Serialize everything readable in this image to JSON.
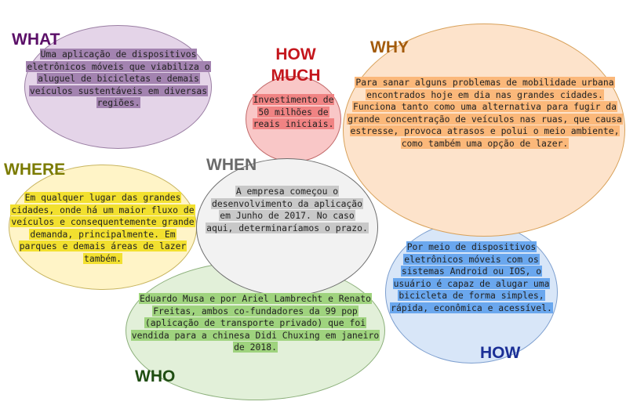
{
  "colors": {
    "what": "#5b0f68",
    "how_much": "#c4161c",
    "why": "#a35b0c",
    "where": "#7b7b00",
    "when": "#6a6a6a",
    "how": "#1b2f96",
    "who": "#1f4d12"
  },
  "what": {
    "title": "WHAT",
    "text": "Uma aplicação de dispositivos eletrônicos móveis que viabiliza o aluguel de bicicletas e demais veículos sustentáveis em diversas regiões."
  },
  "how_much": {
    "title": "HOW MUCH",
    "text": "Investimento de 50 milhões de reais iniciais."
  },
  "why": {
    "title": "WHY",
    "text": "Para sanar alguns problemas de mobilidade urbana encontrados hoje em dia nas grandes cidades. Funciona tanto como uma alternativa para fugir da grande concentração de veículos nas ruas, que causa estresse, provoca atrasos e polui o meio ambiente, como também uma opção de lazer."
  },
  "where": {
    "title": "WHERE",
    "text": "Em qualquer lugar das grandes cidades, onde há um maior fluxo de veículos e consequentemente grande demanda, principalmente. Em parques e demais áreas de lazer também."
  },
  "when": {
    "title": "WHEN",
    "text": "A empresa começou o desenvolvimento da aplicação em Junho de 2017. No caso aqui, determinaríamos o prazo."
  },
  "how": {
    "title": "HOW",
    "text": "Por meio de dispositivos eletrônicos móveis com os sistemas Android ou IOS, o usuário é capaz de alugar uma bicicleta de forma simples, rápida, econômica e acessível."
  },
  "who": {
    "title": "WHO",
    "text": "Eduardo Musa e por Ariel Lambrecht e Renato Freitas, ambos co-fundadores da 99 pop (aplicação de transporte privado) que foi vendida para a chinesa Didi Chuxing em janeiro de 2018."
  }
}
